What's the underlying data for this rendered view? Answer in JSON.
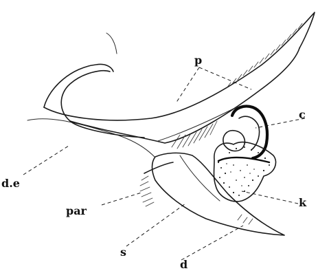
{
  "figure": {
    "labels": {
      "p": "p",
      "c": "c",
      "de": "d.e",
      "par": "par",
      "k": "k",
      "s": "s",
      "d": "d"
    }
  }
}
